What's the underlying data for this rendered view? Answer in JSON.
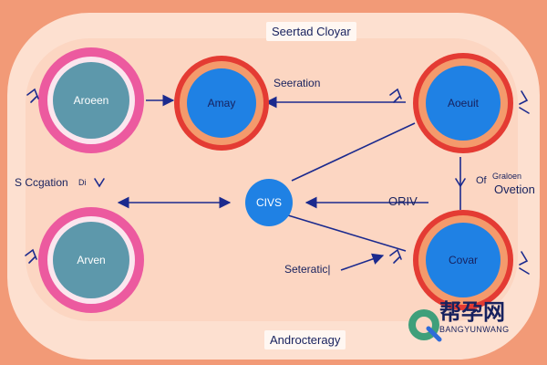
{
  "title_top": "Seertad Cloyar",
  "title_bottom": "Androcteragy",
  "nodes": {
    "top_left": "Aroeen",
    "top_mid": "Amay",
    "top_right": "Aoeuit",
    "center": "CIVS",
    "bottom_left": "Arven",
    "bottom_right": "Covar"
  },
  "labels": {
    "seeration": "Seeration",
    "left_mid": "S Ccgation",
    "left_mid_small": "Di",
    "orv": "ORIV",
    "right_small": "Of",
    "right_tiny": "Graloen",
    "right_big": "Ovetion",
    "seratic": "Seteratic|"
  },
  "watermark": {
    "cn": "帮孕网",
    "en": "BANGYUNWANG"
  },
  "colors": {
    "pink_ring": "#ec5a9f",
    "red_ring": "#e43b33",
    "teal_fill": "#5d98ab",
    "blue_fill": "#1f81e4",
    "arrow": "#1b2a8e"
  }
}
